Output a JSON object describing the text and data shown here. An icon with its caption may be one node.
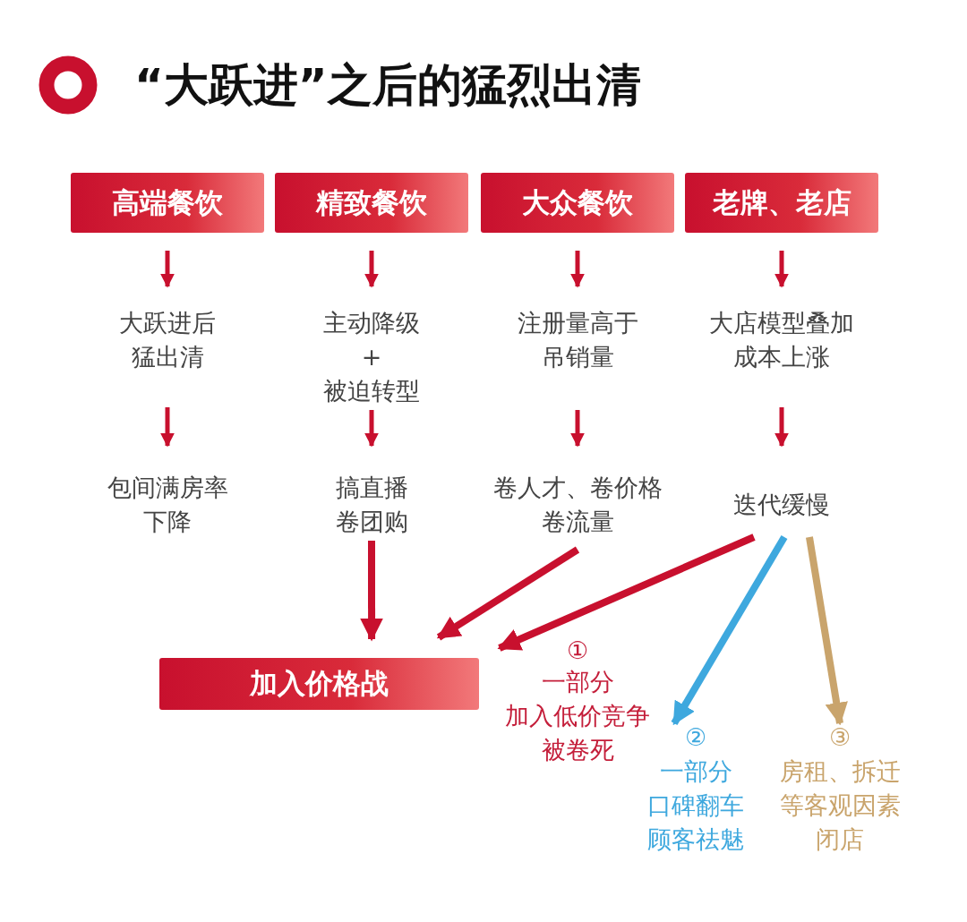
{
  "diagram": {
    "title": "“大跃进”之后的猛烈出清",
    "nodes": [
      {
        "text": [
          "高端餐饮"
        ]
      },
      {
        "text": [
          "精致餐饮"
        ]
      },
      {
        "text": [
          "大众餐饮"
        ]
      },
      {
        "text": [
          "老牌、老店"
        ]
      },
      {
        "text": [
          "大跃进后猛出清"
        ]
      },
      {
        "text": [
          "主动降级 + 被迫转型"
        ]
      },
      {
        "text": [
          "注册量高于吊销量"
        ]
      },
      {
        "text": [
          "大店模型叠加成本上涨"
        ]
      },
      {
        "text": [
          "包间满房率下降"
        ]
      },
      {
        "text": [
          "搞直播卷团购"
        ]
      },
      {
        "text": [
          "卷人才、卷价格卷流量"
        ]
      },
      {
        "text": [
          "迭代缓慢"
        ]
      },
      {
        "text": [
          "加入价格战"
        ]
      },
      {
        "text": [
          "②",
          "一部分口碑翻车顾客祛魅"
        ]
      },
      {
        "text": [
          "③",
          "房租、拆迁等客观因素闭店"
        ]
      }
    ],
    "edges": [
      {
        "from": 0,
        "to": 4,
        "arrow": "to"
      },
      {
        "from": 1,
        "to": 5,
        "arrow": "to"
      },
      {
        "from": 2,
        "to": 6,
        "arrow": "to"
      },
      {
        "from": 3,
        "to": 7,
        "arrow": "to"
      },
      {
        "from": 4,
        "to": 8,
        "arrow": "to"
      },
      {
        "from": 5,
        "to": 9,
        "arrow": "to"
      },
      {
        "from": 6,
        "to": 10,
        "arrow": "to"
      },
      {
        "from": 7,
        "to": 11,
        "arrow": "to"
      },
      {
        "from": 9,
        "to": 12,
        "arrow": "to"
      },
      {
        "from": 10,
        "to": 12,
        "arrow": "to"
      },
      {
        "from": 11,
        "to": 12,
        "arrow": "to"
      },
      {
        "from": 11,
        "to": 13,
        "arrow": "to",
        "color": "#3ea8de"
      },
      {
        "from": 11,
        "to": 14,
        "arrow": "to",
        "color": "#c9a46c"
      }
    ],
    "labels": [
      "①",
      "一部分加入低价竞争被卷死"
    ]
  }
}
